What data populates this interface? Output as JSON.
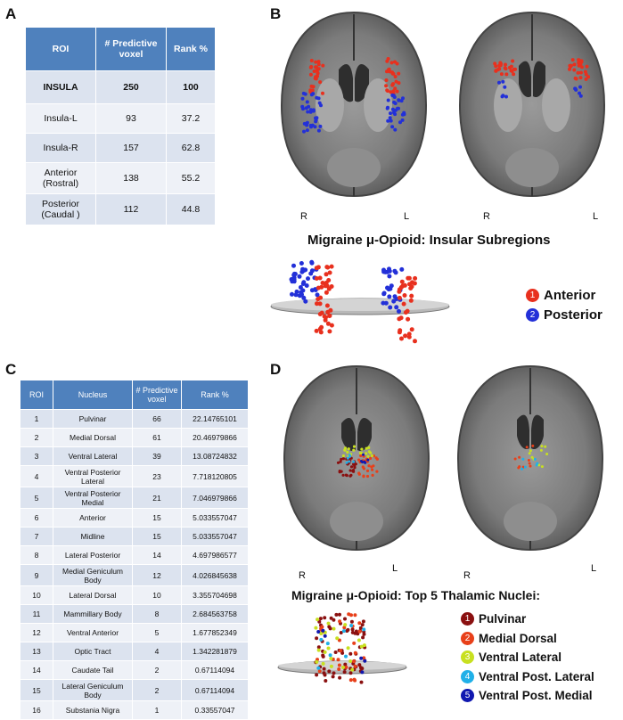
{
  "panels": {
    "a": "A",
    "b": "B",
    "c": "C",
    "d": "D"
  },
  "table_a": {
    "headers": [
      "ROI",
      "# Predictive voxel",
      "Rank %"
    ],
    "rows": [
      [
        "INSULA",
        "250",
        "100"
      ],
      [
        "Insula-L",
        "93",
        "37.2"
      ],
      [
        "Insula-R",
        "157",
        "62.8"
      ],
      [
        "Anterior (Rostral)",
        "138",
        "55.2"
      ],
      [
        "Posterior (Caudal )",
        "112",
        "44.8"
      ]
    ]
  },
  "panel_b": {
    "title": "Migraine μ-Opioid: Insular Subregions",
    "lr": [
      "R",
      "L",
      "R",
      "L"
    ],
    "legend": [
      {
        "num": "1",
        "label": "Anterior",
        "color": "#e8301e"
      },
      {
        "num": "2",
        "label": "Posterior",
        "color": "#2330d8"
      }
    ]
  },
  "table_c": {
    "headers": [
      "ROI",
      "Nucleus",
      "# Predictive voxel",
      "Rank %"
    ],
    "rows": [
      [
        "1",
        "Pulvinar",
        "66",
        "22.14765101"
      ],
      [
        "2",
        "Medial Dorsal",
        "61",
        "20.46979866"
      ],
      [
        "3",
        "Ventral Lateral",
        "39",
        "13.08724832"
      ],
      [
        "4",
        "Ventral Posterior Lateral",
        "23",
        "7.718120805"
      ],
      [
        "5",
        "Ventral Posterior Medial",
        "21",
        "7.046979866"
      ],
      [
        "6",
        "Anterior",
        "15",
        "5.033557047"
      ],
      [
        "7",
        "Midline",
        "15",
        "5.033557047"
      ],
      [
        "8",
        "Lateral Posterior",
        "14",
        "4.697986577"
      ],
      [
        "9",
        "Medial Geniculum Body",
        "12",
        "4.026845638"
      ],
      [
        "10",
        "Lateral Dorsal",
        "10",
        "3.355704698"
      ],
      [
        "11",
        "Mammillary Body",
        "8",
        "2.684563758"
      ],
      [
        "12",
        "Ventral Anterior",
        "5",
        "1.677852349"
      ],
      [
        "13",
        "Optic Tract",
        "4",
        "1.342281879"
      ],
      [
        "14",
        "Caudate Tail",
        "2",
        "0.67114094"
      ],
      [
        "15",
        "Lateral Geniculum Body",
        "2",
        "0.67114094"
      ],
      [
        "16",
        "Substania Nigra",
        "1",
        "0.33557047"
      ]
    ]
  },
  "panel_d": {
    "title": "Migraine μ-Opioid: Top 5 Thalamic Nuclei:",
    "lr": [
      "R",
      "L",
      "R",
      "L"
    ],
    "legend": [
      {
        "num": "1",
        "label": "Pulvinar",
        "color": "#8a1010"
      },
      {
        "num": "2",
        "label": "Medial Dorsal",
        "color": "#e8401a"
      },
      {
        "num": "3",
        "label": "Ventral Lateral",
        "color": "#c8e020"
      },
      {
        "num": "4",
        "label": "Ventral Post. Lateral",
        "color": "#20b0e8"
      },
      {
        "num": "5",
        "label": "Ventral Post. Medial",
        "color": "#1018b0"
      }
    ]
  },
  "colors": {
    "table_header": "#4f81bd",
    "row_dark": "#dce3ef",
    "row_light": "#eef1f7"
  }
}
